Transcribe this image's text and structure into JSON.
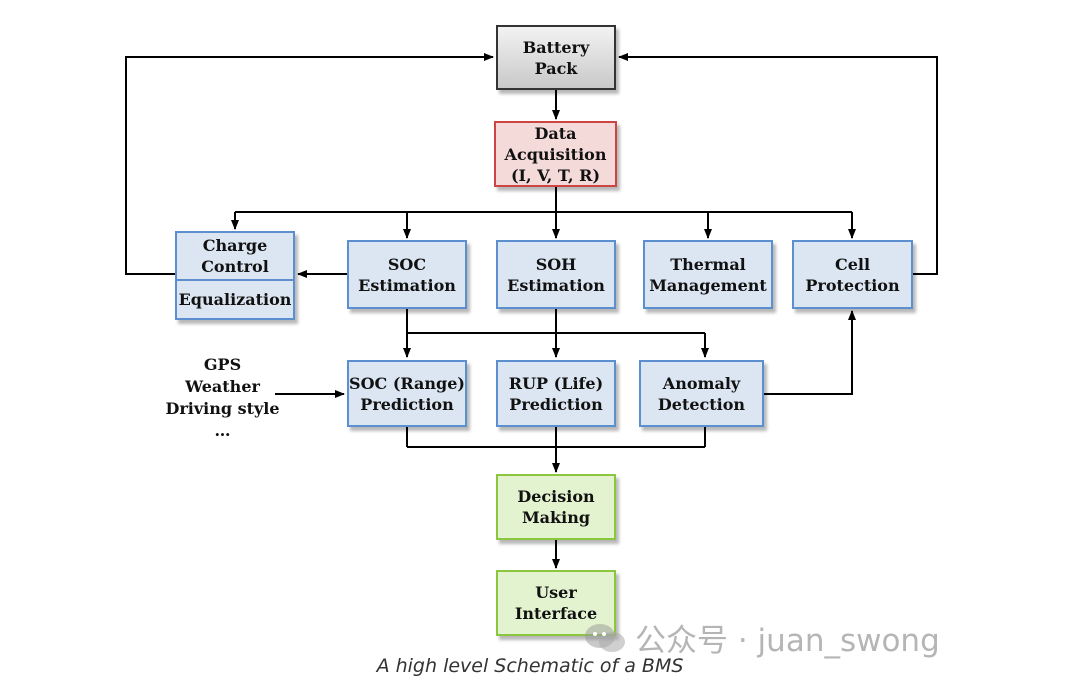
{
  "nodes": {
    "battery_pack": {
      "lines": [
        "Battery",
        "Pack"
      ]
    },
    "data_acquisition": {
      "lines": [
        "Data",
        "Acquisition",
        "(I, V, T, R)"
      ]
    },
    "charge_control": {
      "lines": [
        "Charge",
        "Control"
      ]
    },
    "equalization": {
      "lines": [
        "Equalization"
      ]
    },
    "soc_estimation": {
      "lines": [
        "SOC",
        "Estimation"
      ]
    },
    "soh_estimation": {
      "lines": [
        "SOH",
        "Estimation"
      ]
    },
    "thermal_management": {
      "lines": [
        "Thermal",
        "Management"
      ]
    },
    "cell_protection": {
      "lines": [
        "Cell",
        "Protection"
      ]
    },
    "soc_prediction": {
      "lines": [
        "SOC (Range)",
        "Prediction"
      ]
    },
    "rup_prediction": {
      "lines": [
        "RUP (Life)",
        "Prediction"
      ]
    },
    "anomaly_detection": {
      "lines": [
        "Anomaly",
        "Detection"
      ]
    },
    "decision_making": {
      "lines": [
        "Decision",
        "Making"
      ]
    },
    "user_interface": {
      "lines": [
        "User",
        "Interface"
      ]
    }
  },
  "external_inputs": [
    "GPS",
    "Weather",
    "Driving style",
    "…"
  ],
  "caption": "A high level Schematic of a BMS",
  "watermark": "公众号 · juan_swong",
  "colors": {
    "box_blue_fill": "#dce6f3",
    "box_blue_border": "#5b8fcf",
    "box_red_fill": "#f5dada",
    "box_red_border": "#cc4444",
    "box_green_fill": "#e4f3cf",
    "box_green_border": "#8cc63f",
    "arrow": "#000000"
  }
}
